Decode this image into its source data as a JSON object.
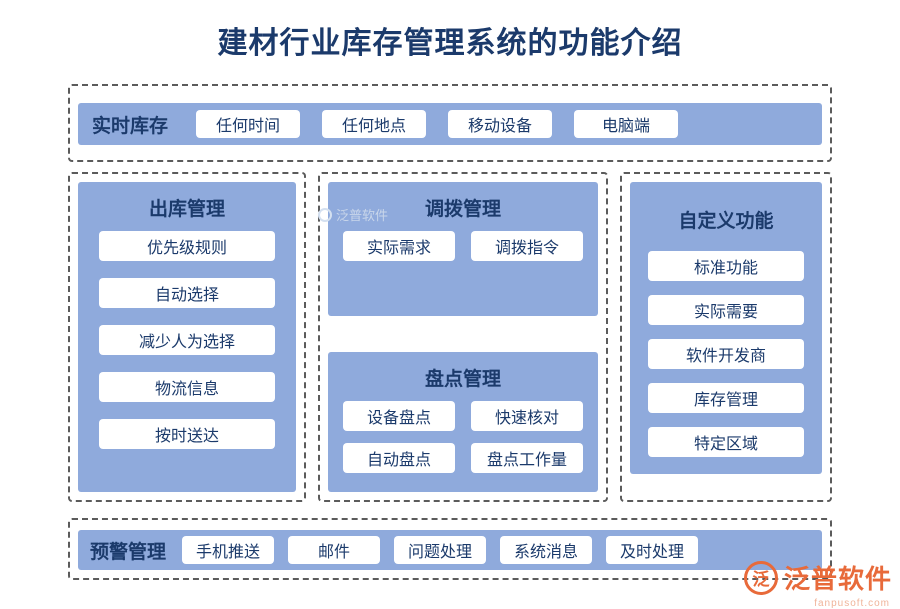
{
  "title": "建材行业库存管理系统的功能介绍",
  "rows": {
    "realtime": {
      "label": "实时库存",
      "chips": [
        "任何时间",
        "任何地点",
        "移动设备",
        "电脑端"
      ]
    },
    "warning": {
      "label": "预警管理",
      "chips": [
        "手机推送",
        "邮件",
        "问题处理",
        "系统消息",
        "及时处理"
      ]
    }
  },
  "panels": {
    "outbound": {
      "title": "出库管理",
      "chips": [
        "优先级规则",
        "自动选择",
        "减少人为选择",
        "物流信息",
        "按时送达"
      ]
    },
    "transfer": {
      "title": "调拨管理",
      "chips": [
        "实际需求",
        "调拨指令"
      ]
    },
    "stocktake": {
      "title": "盘点管理",
      "row1": [
        "设备盘点",
        "快速核对"
      ],
      "row2": [
        "自动盘点",
        "盘点工作量"
      ]
    },
    "custom": {
      "title": "自定义功能",
      "chips": [
        "标准功能",
        "实际需要",
        "软件开发商",
        "库存管理",
        "特定区域"
      ]
    }
  },
  "watermarks": {
    "center": "泛普软件",
    "brand": "泛普软件",
    "brand_sub": "fanpusoft.com",
    "logo_glyph": "泛"
  },
  "colors": {
    "panel_blue": "#8faadc",
    "text_navy": "#1b3a6b",
    "dash_gray": "#5b5b5b",
    "brand_orange": "#e86a3a"
  }
}
